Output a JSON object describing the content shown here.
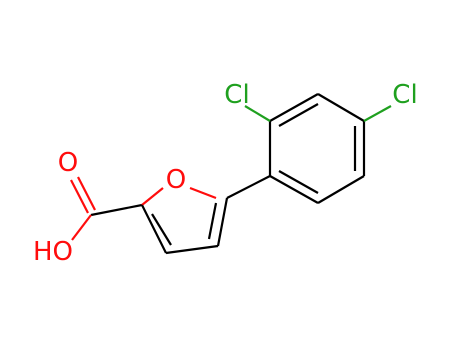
{
  "molecule": {
    "atoms": {
      "cl_ortho": {
        "text": "Cl",
        "color": "#1fa01f"
      },
      "cl_para": {
        "text": "Cl",
        "color": "#1fa01f"
      },
      "o_ring": {
        "text": "O",
        "color": "#ff0d0d"
      },
      "o_carbonyl": {
        "text": "O",
        "color": "#ff0d0d"
      },
      "o_hydroxyl": {
        "text": "HO",
        "color": "#ff0d0d"
      }
    }
  }
}
